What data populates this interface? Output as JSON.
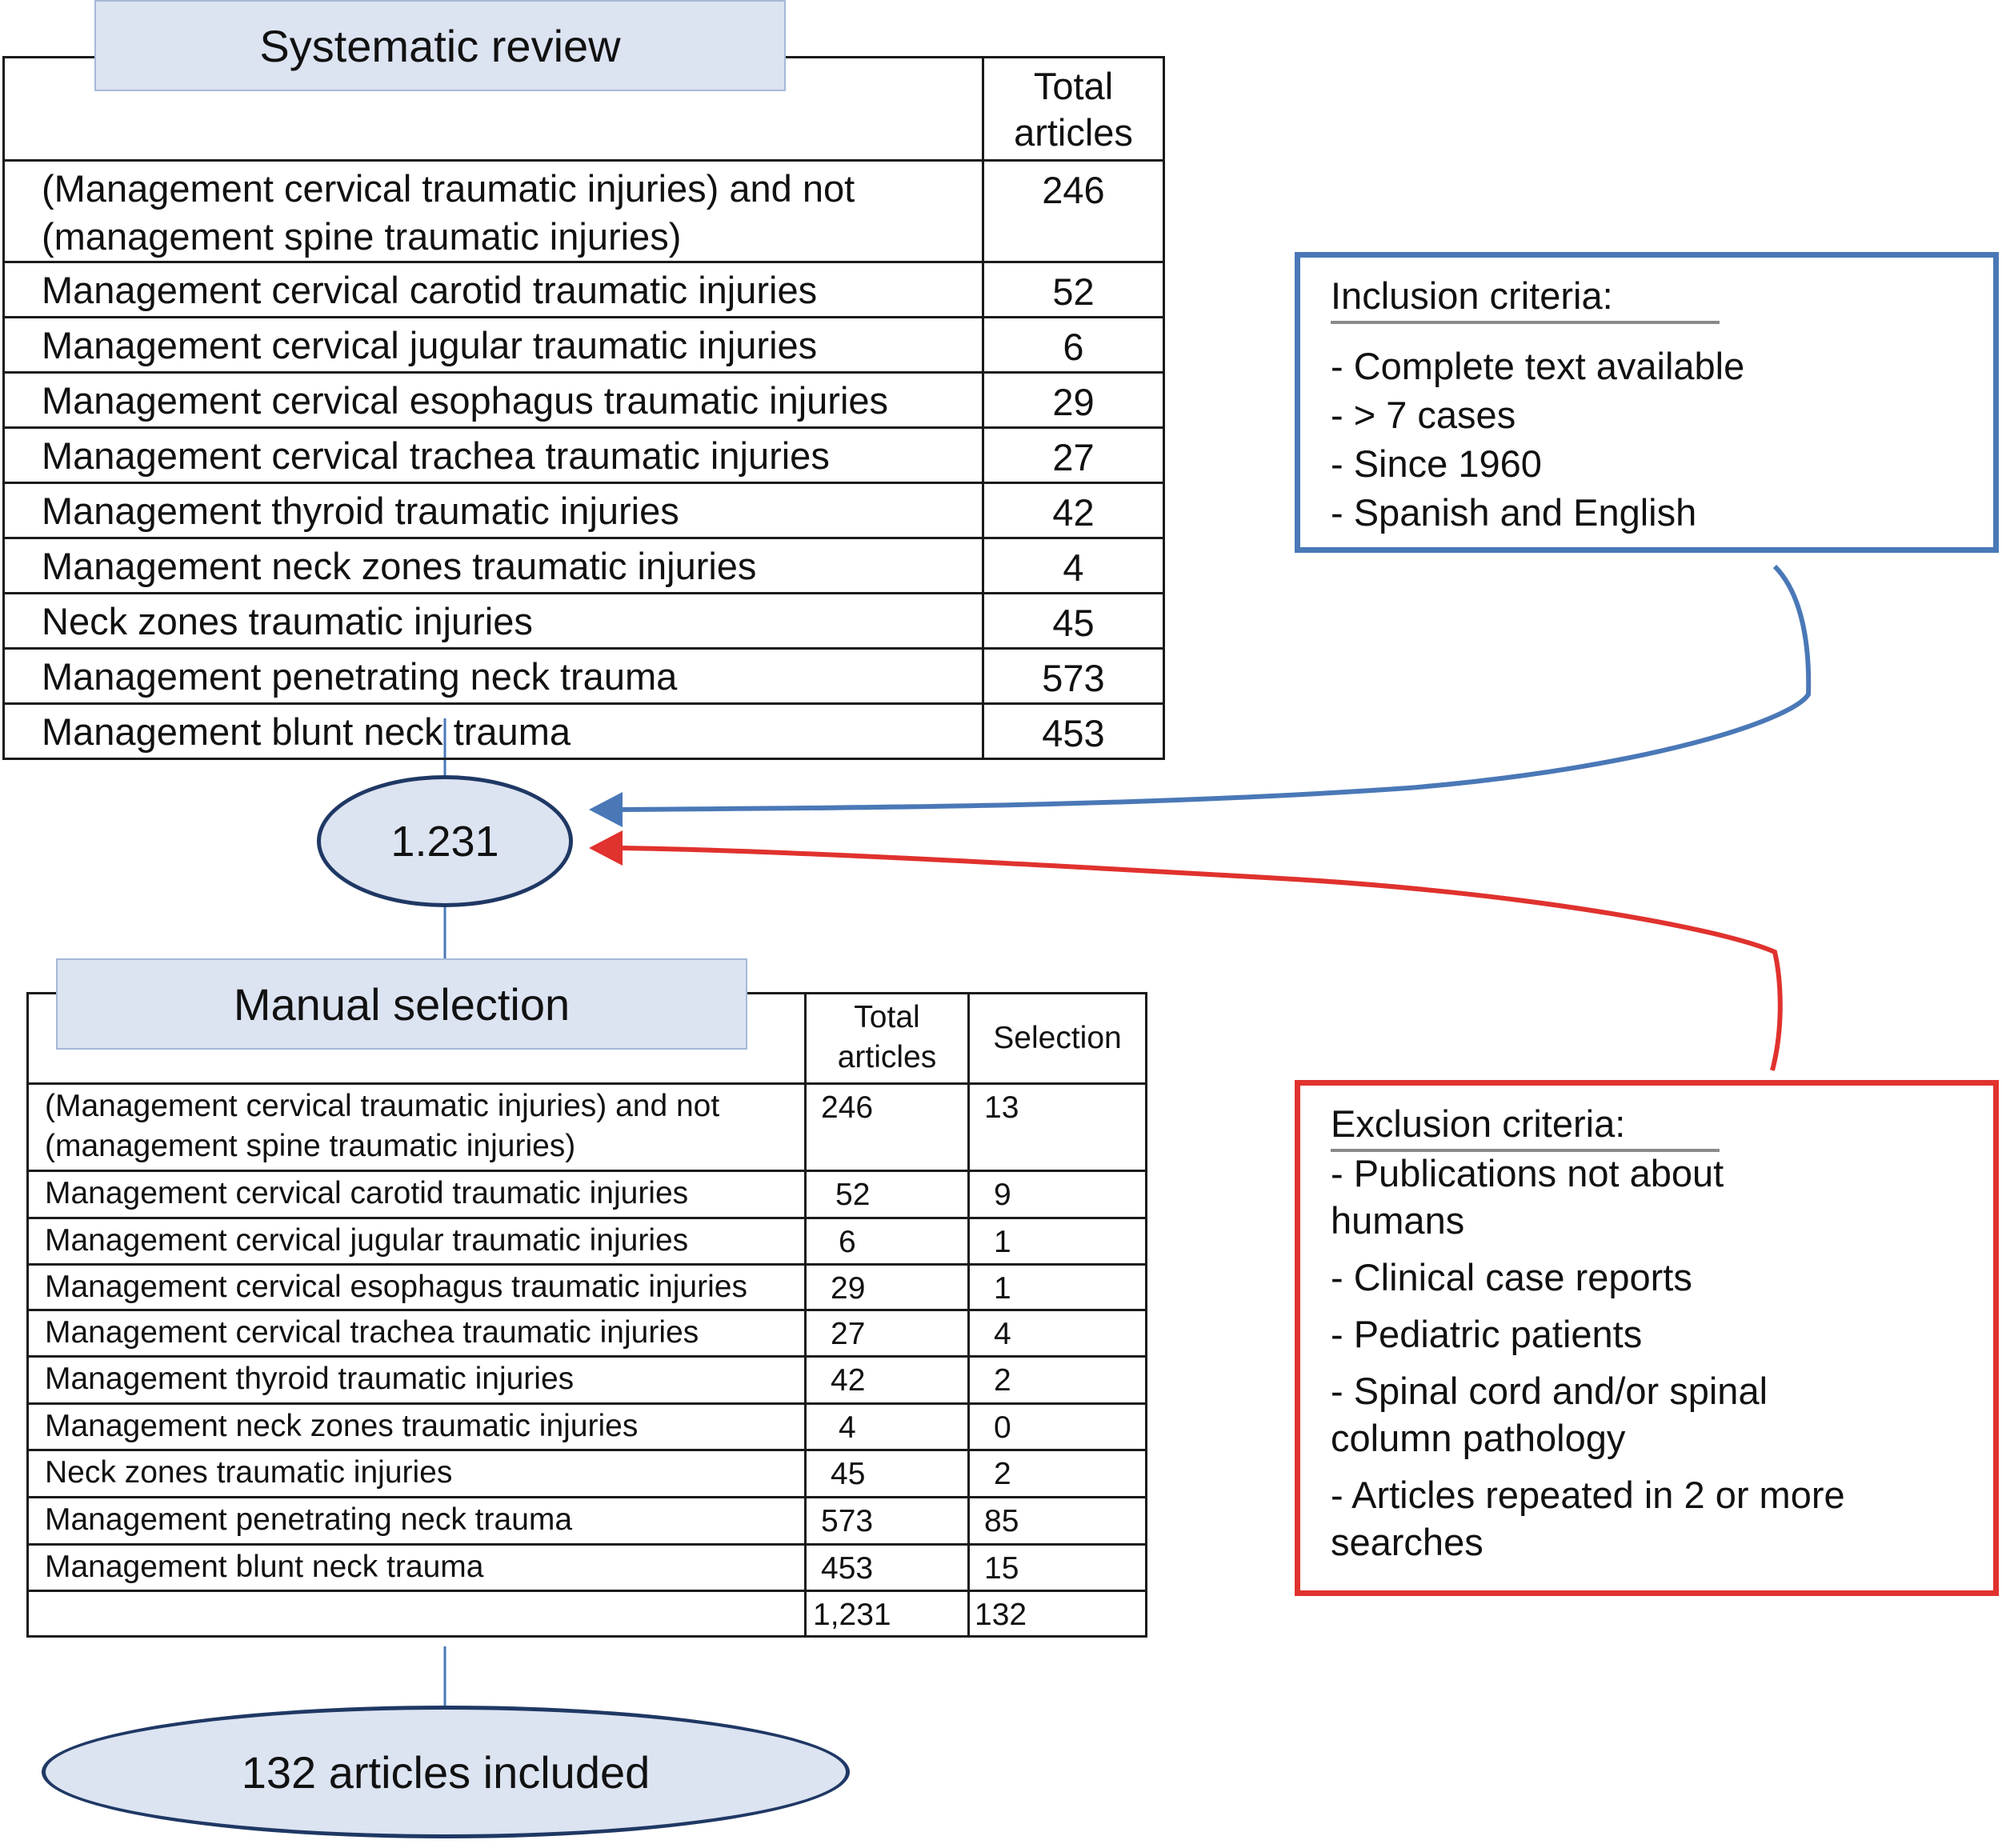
{
  "systematic_review": {
    "title": "Systematic review",
    "header": "Total\narticles",
    "rows": [
      {
        "label": "(Management cervical traumatic injuries) and not\n(management spine traumatic injuries)",
        "total": "246"
      },
      {
        "label": "Management cervical carotid traumatic injuries",
        "total": "52"
      },
      {
        "label": "Management cervical jugular traumatic injuries",
        "total": "6"
      },
      {
        "label": "Management cervical esophagus traumatic injuries",
        "total": "29"
      },
      {
        "label": "Management cervical trachea traumatic injuries",
        "total": "27"
      },
      {
        "label": "Management thyroid traumatic injuries",
        "total": "42"
      },
      {
        "label": "Management neck zones traumatic injuries",
        "total": "4"
      },
      {
        "label": "Neck zones traumatic injuries",
        "total": "45"
      },
      {
        "label": "Management penetrating neck trauma",
        "total": "573"
      },
      {
        "label": "Management blunt neck trauma",
        "total": "453"
      }
    ]
  },
  "total_node": "1.231",
  "manual_selection": {
    "title": "Manual selection",
    "header_total": "Total\narticles",
    "header_selection": "Selection",
    "rows": [
      {
        "label": "(Management cervical traumatic injuries) and not\n(management spine traumatic injuries)",
        "total": "246",
        "selection": "13"
      },
      {
        "label": "Management cervical carotid traumatic injuries",
        "total": "52",
        "selection": "9"
      },
      {
        "label": "Management cervical jugular traumatic injuries",
        "total": "6",
        "selection": "1"
      },
      {
        "label": "Management cervical esophagus traumatic injuries",
        "total": "29",
        "selection": "1"
      },
      {
        "label": "Management cervical trachea traumatic injuries",
        "total": "27",
        "selection": "4"
      },
      {
        "label": "Management thyroid traumatic injuries",
        "total": "42",
        "selection": "2"
      },
      {
        "label": "Management neck zones traumatic injuries",
        "total": "4",
        "selection": "0"
      },
      {
        "label": "Neck zones traumatic injuries",
        "total": "45",
        "selection": "2"
      },
      {
        "label": "Management penetrating neck trauma",
        "total": "573",
        "selection": "85"
      },
      {
        "label": "Management blunt neck trauma",
        "total": "453",
        "selection": "15"
      }
    ],
    "sum_total": "1,231",
    "sum_selection": "132"
  },
  "result_node": "132 articles included",
  "inclusion": {
    "title": "Inclusion criteria:",
    "items": [
      "- Complete text available",
      "- > 7 cases",
      "- Since 1960",
      "- Spanish and English"
    ],
    "color": "#4a78b7"
  },
  "exclusion": {
    "title": "Exclusion criteria:",
    "items": [
      "- Publications not about\nhumans",
      "- Clinical case reports",
      "- Pediatric patients",
      "- Spinal cord and/or spinal\ncolumn pathology",
      "- Articles repeated in 2 or more\nsearches"
    ],
    "color": "#e0322e"
  },
  "colors": {
    "node_fill": "#dce3f1",
    "node_border": "#1f3864",
    "title_box_fill": "#dce3f1"
  }
}
